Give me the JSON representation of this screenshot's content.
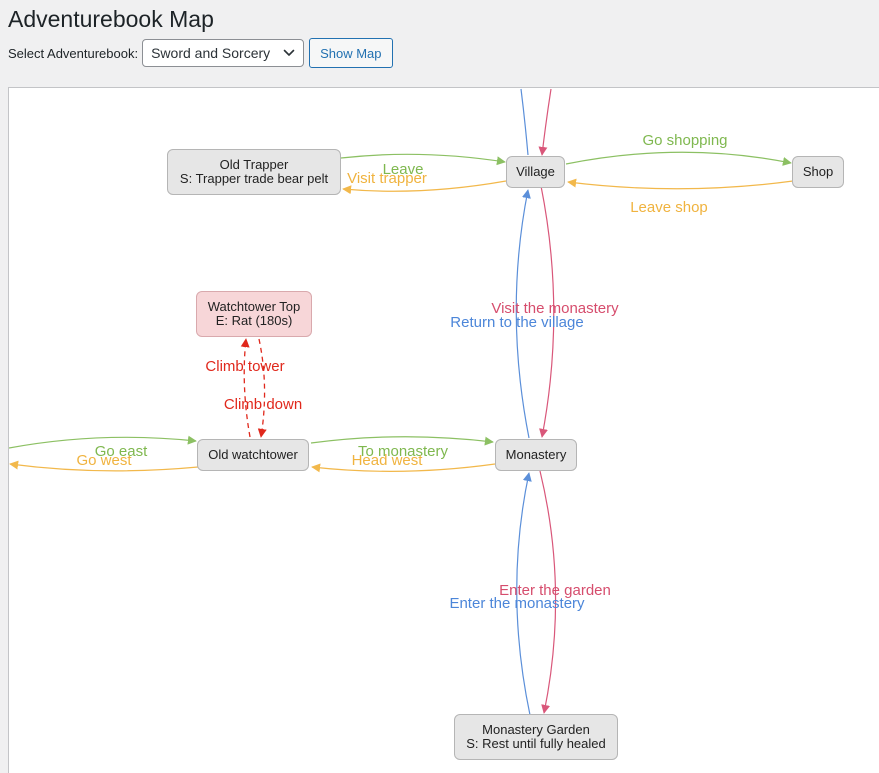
{
  "page": {
    "title": "Adventurebook Map"
  },
  "toolbar": {
    "select_label": "Select Adventurebook:",
    "selected_book": "Sword and Sorcery",
    "show_button": "Show Map"
  },
  "colors": {
    "green": "#8cc063",
    "orange": "#f2b84b",
    "blue": "#5b8fd9",
    "pink": "#d9577a",
    "red": "#e0281c",
    "node_fill": "#e6e6e6",
    "enemy_node_fill": "#f7d6d8"
  },
  "nodes": {
    "village": {
      "title": "Village"
    },
    "shop": {
      "title": "Shop"
    },
    "old_trapper": {
      "title": "Old Trapper",
      "detail": "S: Trapper trade bear pelt"
    },
    "watchtower_top": {
      "title": "Watchtower Top",
      "detail": "E: Rat (180s)"
    },
    "old_watchtower": {
      "title": "Old watchtower"
    },
    "monastery": {
      "title": "Monastery"
    },
    "monastery_garden": {
      "title": "Monastery Garden",
      "detail": "S: Rest until fully healed"
    }
  },
  "edges": {
    "go_shopping": "Go shopping",
    "leave_shop": "Leave shop",
    "leave": "Leave",
    "visit_trapper": "Visit trapper",
    "visit_monastery": "Visit the monastery",
    "return_village": "Return to the village",
    "climb_tower": "Climb tower",
    "climb_down": "Climb down",
    "go_east": "Go east",
    "go_west": "Go west",
    "to_monastery": "To monastery",
    "head_west": "Head west",
    "enter_garden": "Enter the garden",
    "enter_monastery": "Enter the monastery"
  }
}
